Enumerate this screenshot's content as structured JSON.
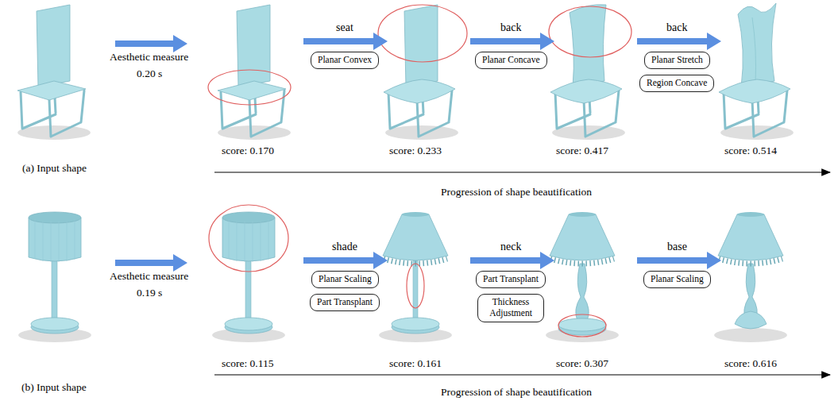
{
  "diagram": {
    "nodes": [
      {
        "text": [
          "Planar Convex"
        ]
      },
      {
        "text": [
          "Planar Concave"
        ]
      },
      {
        "text": [
          "Planar Stretch"
        ]
      },
      {
        "text": [
          "Region Concave"
        ]
      },
      {
        "text": [
          "Planar Scaling"
        ]
      },
      {
        "text": [
          "Part Transplant"
        ]
      },
      {
        "text": [
          "Part Transplant"
        ]
      },
      {
        "text": [
          "Thickness Adjustment"
        ]
      },
      {
        "text": [
          "Planar Scaling"
        ]
      }
    ],
    "labels": [
      "Aesthetic measure",
      "0.20 s",
      "seat",
      "back",
      "back",
      "score: 0.170",
      "score: 0.233",
      "score: 0.417",
      "score: 0.514",
      "(a) Input shape",
      "Progression of shape beautification",
      "Aesthetic measure",
      "0.19 s",
      "shade",
      "neck",
      "base",
      "score: 0.115",
      "score: 0.161",
      "score: 0.307",
      "score: 0.616",
      "(b) Input shape",
      "Progression of shape beautification"
    ]
  }
}
